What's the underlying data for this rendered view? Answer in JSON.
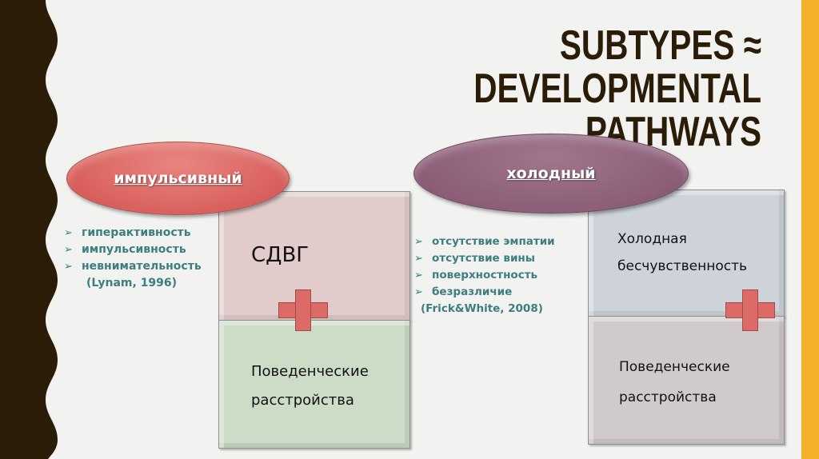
{
  "slide": {
    "title_line1": "SUBTYPES ≈ DEVELOPMENTAL",
    "title_line2": "PATHWAYS",
    "colors": {
      "background": "#f2f2f0",
      "left_band": "#2a1c06",
      "accent_strip": "#f6b12a",
      "title": "#2a1c06",
      "bullet_text": "#3d7e80",
      "plus": "#dc6b67"
    }
  },
  "left_group": {
    "ellipse_label": "импульсивный",
    "ellipse_color": "#d9605c",
    "bullets": [
      {
        "icon": "arrow-bullet-icon",
        "text": "гиперактивность"
      },
      {
        "icon": "arrow-bullet-icon",
        "text": "импульсивность"
      },
      {
        "icon": "arrow-bullet-icon",
        "text": "невнимательность"
      }
    ],
    "citation": "(Lynam, 1996)",
    "top_box": {
      "text": "СДВГ",
      "color": "#e2cbcb"
    },
    "bottom_box": {
      "line1": "Поведенческие",
      "line2": "расстройства",
      "color": "#ccdcc7"
    },
    "connector_icon": "plus-icon"
  },
  "right_group": {
    "ellipse_label": "холодный",
    "ellipse_color": "#8c5e78",
    "bullets": [
      {
        "icon": "arrow-bullet-icon",
        "text": "отсутствие эмпатии"
      },
      {
        "icon": "arrow-bullet-icon",
        "text": "отсутствие вины"
      },
      {
        "icon": "arrow-bullet-icon",
        "text": "поверхностность"
      },
      {
        "icon": "arrow-bullet-icon",
        "text": "безразличие"
      }
    ],
    "citation": "(Frick&White, 2008)",
    "top_box": {
      "line1": "Холодная",
      "line2": "бесчувственность",
      "color": "#cdd3d9"
    },
    "bottom_box": {
      "line1": "Поведенческие",
      "line2": "расстройства",
      "color": "#d0cacd"
    },
    "connector_icon": "plus-icon"
  }
}
